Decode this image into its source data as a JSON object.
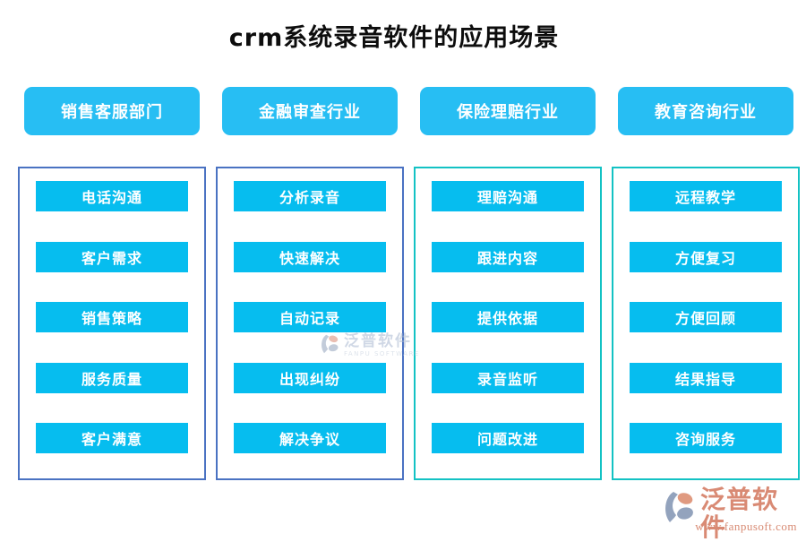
{
  "title": "crm系统录音软件的应用场景",
  "columns": [
    {
      "header": "销售客服部门",
      "border_color": "#4a72c2",
      "items": [
        "电话沟通",
        "客户需求",
        "销售策略",
        "服务质量",
        "客户满意"
      ]
    },
    {
      "header": "金融审查行业",
      "border_color": "#4a72c2",
      "items": [
        "分析录音",
        "快速解决",
        "自动记录",
        "出现纠纷",
        "解决争议"
      ]
    },
    {
      "header": "保险理赔行业",
      "border_color": "#13c2c4",
      "items": [
        "理赔沟通",
        "跟进内容",
        "提供依据",
        "录音监听",
        "问题改进"
      ]
    },
    {
      "header": "教育咨询行业",
      "border_color": "#13c2c4",
      "items": [
        "远程教学",
        "方便复习",
        "方便回顾",
        "结果指导",
        "咨询服务"
      ]
    }
  ],
  "watermark": {
    "brand": "泛普软件",
    "subtext": "FANPU SOFTWARE"
  },
  "footer_logo": {
    "brand": "泛普软件",
    "url": "www.fanpusoft.com"
  },
  "colors": {
    "header_cyan": "#27bef3",
    "bar_cyan": "#06bdef",
    "border_blue": "#4a72c2",
    "border_teal": "#13c2c4",
    "logo_salmon": "#d98a74",
    "logo_gray_blue": "#93a3bd",
    "title_black": "#0d0d0d"
  }
}
